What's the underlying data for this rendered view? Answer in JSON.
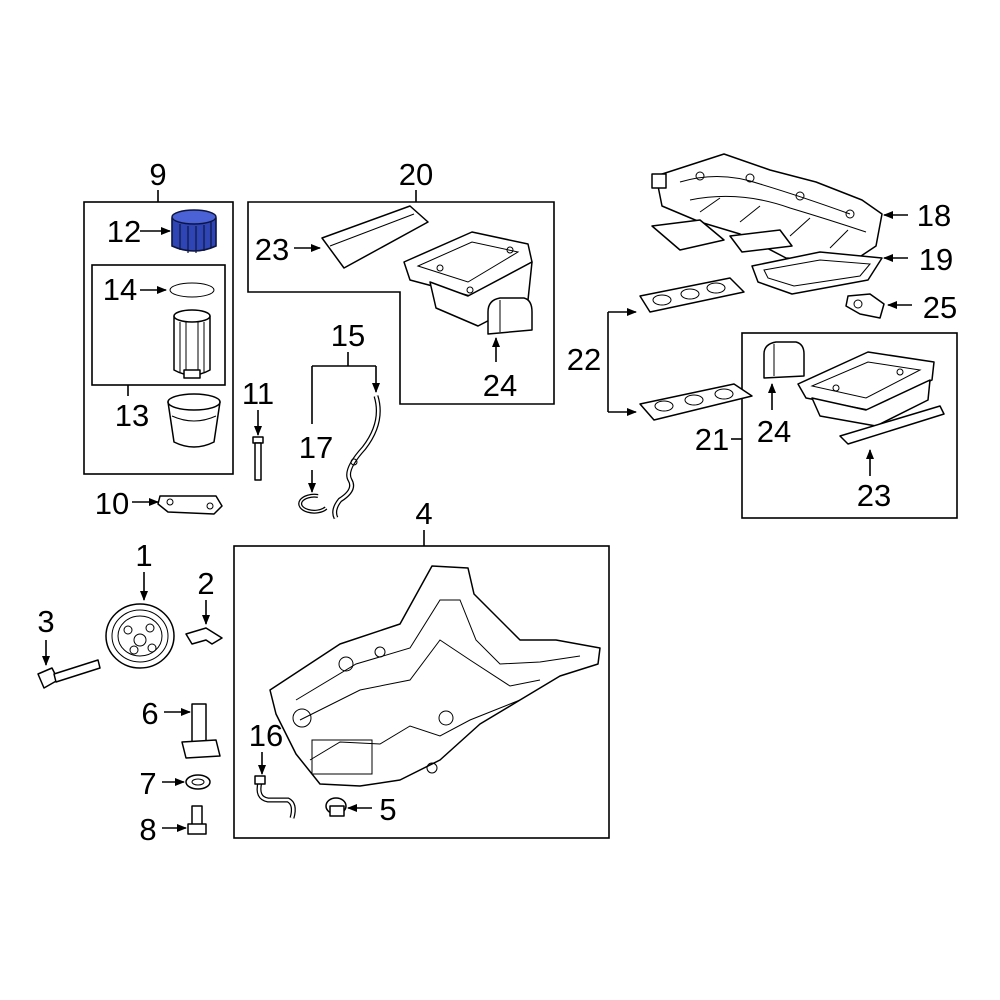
{
  "callouts": {
    "c1": "1",
    "c2": "2",
    "c3": "3",
    "c4": "4",
    "c5": "5",
    "c6": "6",
    "c7": "7",
    "c8": "8",
    "c9": "9",
    "c10": "10",
    "c11": "11",
    "c12": "12",
    "c13": "13",
    "c14": "14",
    "c15": "15",
    "c16": "16",
    "c17": "17",
    "c18": "18",
    "c19": "19",
    "c20": "20",
    "c21": "21",
    "c22": "22",
    "c23a": "23",
    "c23b": "23",
    "c24a": "24",
    "c24b": "24",
    "c25": "25"
  },
  "colors": {
    "line": "#000000",
    "highlight": "#2f45b5",
    "background": "#ffffff"
  },
  "highlighted_part": "12"
}
